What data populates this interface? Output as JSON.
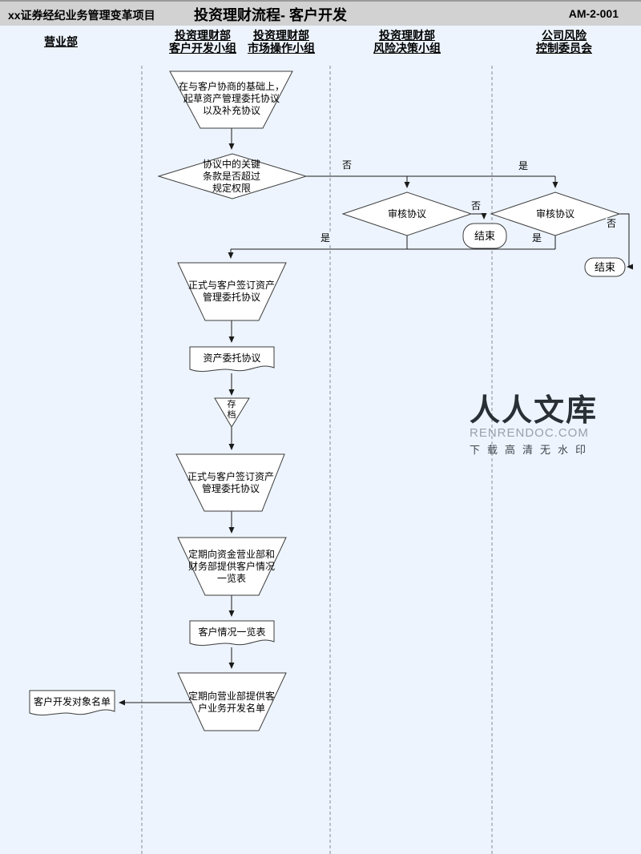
{
  "header": {
    "project": "xx证券经纪业务管理变革项目",
    "title": "投资理财流程- 客户开发",
    "doc_id": "AM-2-001"
  },
  "lanes": [
    {
      "lines": [
        "营业部"
      ]
    },
    {
      "lines": [
        "投资理财部",
        "客户开发小组"
      ]
    },
    {
      "lines": [
        "投资理财部",
        "市场操作小组"
      ]
    },
    {
      "lines": [
        "投资理财部",
        "风险决策小组"
      ]
    },
    {
      "lines": [
        "公司风险",
        "控制委员会"
      ]
    }
  ],
  "nodes": {
    "draft": "在与客户协商的基础上，\n起草资产管理委托协议\n以及补充协议",
    "decision_key_terms": "协议中的关键\n条款是否超过\n规定权限",
    "review1": "审核协议",
    "review2": "审核协议",
    "end1": "结束",
    "end2": "结束",
    "sign1": "正式与客户签订资产\n管理委托协议",
    "doc_agreement": "资产委托协议",
    "archive": "存\n档",
    "sign2": "正式与客户签订资产\n管理委托协议",
    "report": "定期向资金营业部和\n财务部提供客户情况\n一览表",
    "doc_summary": "客户情况一览表",
    "provide_list": "定期向营业部提供客\n户业务开发名单",
    "doc_target_list": "客户开发对象名单"
  },
  "edge_labels": {
    "no1": "否",
    "yes1": "是",
    "no2": "否",
    "yes2": "是",
    "no3": "否",
    "yes3": "是"
  },
  "watermark": {
    "brand": "人人文库",
    "domain": "RENRENDOC.COM",
    "tagline": "下载高清无水印"
  },
  "colors": {
    "background": "#edf4fd",
    "header_bar": "#d2d2d2",
    "shape_stroke": "#3c3c3c",
    "lane_divider": "#858c94",
    "watermark_dark": "#2a2f36",
    "watermark_gray": "#9aa0a8"
  }
}
